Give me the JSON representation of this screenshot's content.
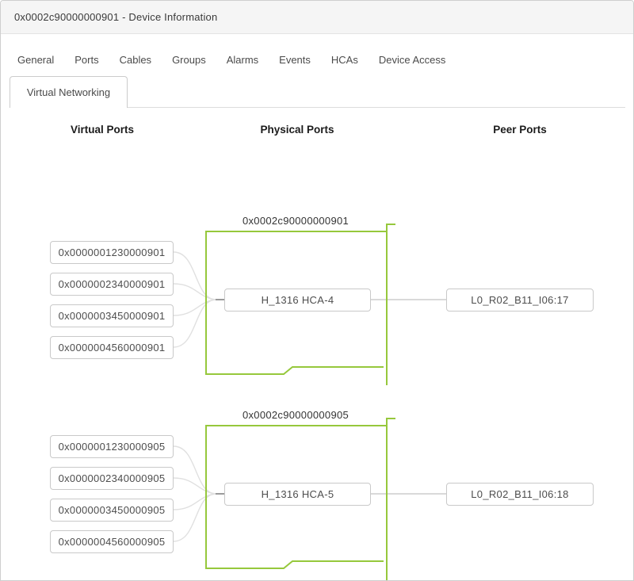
{
  "window": {
    "title": "0x0002c90000000901 - Device Information"
  },
  "tabs": {
    "items": [
      {
        "label": "General"
      },
      {
        "label": "Ports"
      },
      {
        "label": "Cables"
      },
      {
        "label": "Groups"
      },
      {
        "label": "Alarms"
      },
      {
        "label": "Events"
      },
      {
        "label": "HCAs"
      },
      {
        "label": "Device Access"
      }
    ],
    "active": {
      "label": "Virtual Networking"
    }
  },
  "columns": {
    "virtual": "Virtual Ports",
    "physical": "Physical Ports",
    "peer": "Peer Ports"
  },
  "diagram": {
    "groups": [
      {
        "device_guid": "0x0002c90000000901",
        "virtual_ports": [
          "0x0000001230000901",
          "0x0000002340000901",
          "0x0000003450000901",
          "0x0000004560000901"
        ],
        "physical_port": "H_1316 HCA-4",
        "peer_port": "L0_R02_B11_I06:17"
      },
      {
        "device_guid": "0x0002c90000000905",
        "virtual_ports": [
          "0x0000001230000905",
          "0x0000002340000905",
          "0x0000003450000905",
          "0x0000004560000905"
        ],
        "physical_port": "H_1316 HCA-5",
        "peer_port": "L0_R02_B11_I06:18"
      }
    ]
  },
  "colors": {
    "accent_green": "#96c83c",
    "box_border": "#c9c9c9",
    "wire_grey": "#e0e0e0",
    "titlebar_bg": "#f5f5f5"
  }
}
